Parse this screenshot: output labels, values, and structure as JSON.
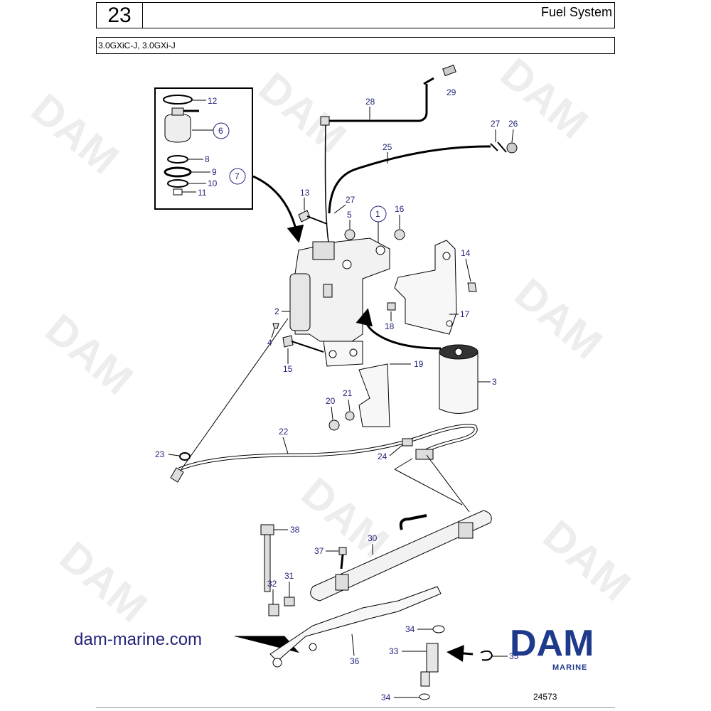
{
  "header": {
    "section_number": "23",
    "section_title": "Fuel System",
    "model_line": "3.0GXiC-J, 3.0GXi-J"
  },
  "diagram": {
    "callouts": [
      {
        "id": "c12",
        "label": "12"
      },
      {
        "id": "c6",
        "label": "6"
      },
      {
        "id": "c8",
        "label": "8"
      },
      {
        "id": "c9",
        "label": "9"
      },
      {
        "id": "c7",
        "label": "7"
      },
      {
        "id": "c10",
        "label": "10"
      },
      {
        "id": "c11",
        "label": "11"
      },
      {
        "id": "c28",
        "label": "28"
      },
      {
        "id": "c29",
        "label": "29"
      },
      {
        "id": "c27a",
        "label": "27"
      },
      {
        "id": "c26",
        "label": "26"
      },
      {
        "id": "c25",
        "label": "25"
      },
      {
        "id": "c13",
        "label": "13"
      },
      {
        "id": "c27b",
        "label": "27"
      },
      {
        "id": "c5",
        "label": "5"
      },
      {
        "id": "c1",
        "label": "1"
      },
      {
        "id": "c16",
        "label": "16"
      },
      {
        "id": "c14",
        "label": "14"
      },
      {
        "id": "c2",
        "label": "2"
      },
      {
        "id": "c17",
        "label": "17"
      },
      {
        "id": "c18",
        "label": "18"
      },
      {
        "id": "c4",
        "label": "4"
      },
      {
        "id": "c15",
        "label": "15"
      },
      {
        "id": "c19",
        "label": "19"
      },
      {
        "id": "c3",
        "label": "3"
      },
      {
        "id": "c21",
        "label": "21"
      },
      {
        "id": "c20",
        "label": "20"
      },
      {
        "id": "c22",
        "label": "22"
      },
      {
        "id": "c23",
        "label": "23"
      },
      {
        "id": "c24",
        "label": "24"
      },
      {
        "id": "c38",
        "label": "38"
      },
      {
        "id": "c30",
        "label": "30"
      },
      {
        "id": "c37",
        "label": "37"
      },
      {
        "id": "c31",
        "label": "31"
      },
      {
        "id": "c32",
        "label": "32"
      },
      {
        "id": "c34a",
        "label": "34"
      },
      {
        "id": "c33",
        "label": "33"
      },
      {
        "id": "c35",
        "label": "35"
      },
      {
        "id": "c36",
        "label": "36"
      },
      {
        "id": "c34b",
        "label": "34"
      }
    ],
    "watermark": "DAM"
  },
  "footer": {
    "website": "dam-marine.com",
    "brand_name": "DAM",
    "brand_sub": "MARINE",
    "illustration_number": "24573"
  }
}
